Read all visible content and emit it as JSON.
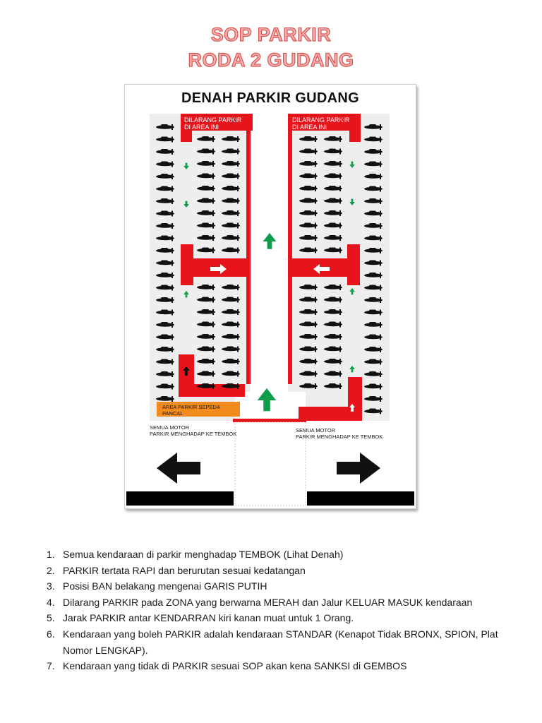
{
  "header": {
    "title_line1": "SOP PARKIR",
    "title_line2": "RODA 2 GUDANG"
  },
  "map": {
    "title": "DENAH PARKIR GUDANG",
    "no_parking_left_line1": "DILARANG PARKIR",
    "no_parking_left_line2": "DI AREA INI",
    "no_parking_right_line1": "DILARANG PARKIR",
    "no_parking_right_line2": "DI AREA INI",
    "bicycle_area_line1": "AREA PARKIR SEPEDA",
    "bicycle_area_line2": "PANCAL",
    "note_left_line1": "SEMUA MOTOR",
    "note_left_line2": "PARKIR MENGHADAP KE TEMBOK",
    "note_right_line1": "SEMUA MOTOR",
    "note_right_line2": "PARKIR MENGHADAP KE TEMBOK",
    "colors": {
      "no_parking_zone": "#e8141b",
      "bicycle_area": "#f28a1e",
      "arrow_green": "#0f9d4a",
      "floor": "#eeeeee",
      "motorcycle": "#111111"
    },
    "icons": [
      "motorcycle-icon",
      "green-arrow-icon",
      "white-arrow-icon",
      "exit-arrow-left-icon",
      "exit-arrow-right-icon"
    ]
  },
  "rules": [
    {
      "num": "1.",
      "text": "Semua kendaraan di parkir menghadap TEMBOK (Lihat Denah)"
    },
    {
      "num": "2.",
      "text": "PARKIR tertata RAPI dan berurutan sesuai kedatangan"
    },
    {
      "num": "3.",
      "text": "Posisi BAN belakang mengenai GARIS PUTIH"
    },
    {
      "num": "4.",
      "text": "Dilarang PARKIR pada ZONA yang berwarna MERAH dan Jalur KELUAR MASUK kendaraan"
    },
    {
      "num": "5.",
      "text": "Jarak PARKIR antar KENDARRAN kiri kanan muat untuk 1 Orang."
    },
    {
      "num": "6.",
      "text": "Kendaraan yang boleh PARKIR adalah kendaraan STANDAR (Kenapot Tidak BRONX, SPION, Plat Nomor LENGKAP)."
    },
    {
      "num": "7.",
      "text": "Kendaraan yang tidak di PARKIR sesuai SOP akan kena SANKSI di GEMBOS"
    }
  ]
}
